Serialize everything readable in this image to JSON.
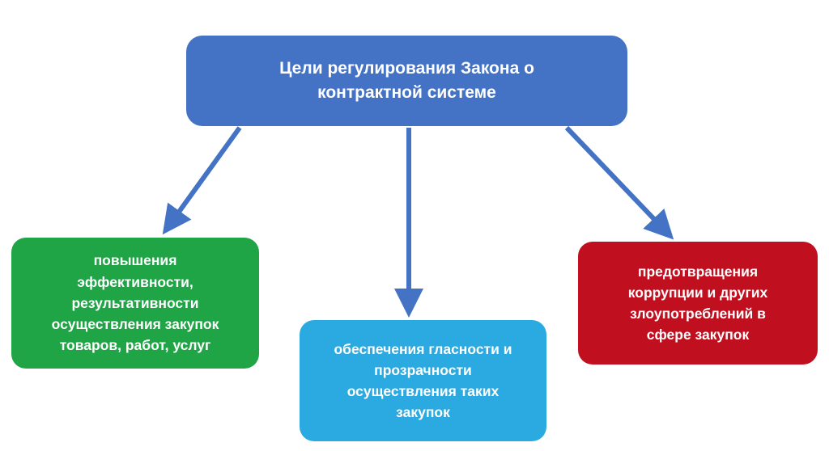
{
  "diagram": {
    "title": "Цели регулирования Закона о\nконтрактной системе",
    "colors": {
      "title_box": "#4472C4",
      "arrow": "#4472C4",
      "green_box": "#1FA546",
      "blue_box": "#2BA9E1",
      "red_box": "#C00F1E",
      "text": "#FFFFFF"
    },
    "nodes": [
      {
        "id": "green",
        "label": "повышения\nэффективности,\nрезультативности\nосуществления закупок\nтоваров, работ, услуг",
        "color": "#1FA546"
      },
      {
        "id": "blue",
        "label": "обеспечения гласности и\nпрозрачности\nосуществления таких\nзакупок",
        "color": "#2BA9E1"
      },
      {
        "id": "red",
        "label": "предотвращения\nкоррупции и других\nзлоупотреблений в\nсфере закупок",
        "color": "#C00F1E"
      }
    ]
  }
}
